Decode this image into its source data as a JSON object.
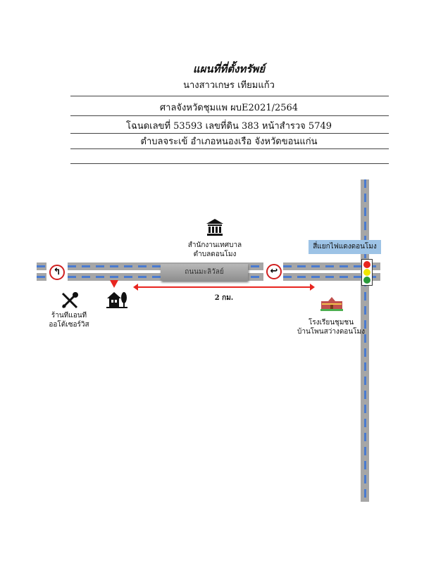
{
  "header": {
    "title": "แผนที่ที่ตั้งทรัพย์",
    "owner": "นางสาวเกษร เทียมแก้ว",
    "court": "ศาลจังหวัดชุมแพ ผบE2021/2564",
    "deed": "โฉนดเลขที่ 53593 เลขที่ดิน 383 หน้าสำรวจ 5749",
    "location": "ตำบลจระเข้ อำเภอหนองเรือ จังหวัดขอนแก่น"
  },
  "map": {
    "road_name": "ถนนมะลิวัลย์",
    "intersection": "สี่แยกไฟแดงดอนโมง",
    "municipality": [
      "สำนักงานเทศบาล",
      "ตำบลดอนโมง"
    ],
    "shop": [
      "ร้านทีแอนที",
      "ออโต้เซอร์วิส"
    ],
    "school": [
      "โรงเรียนชุมชน",
      "บ้านโพนสว่างดอนโมง"
    ],
    "distance": "2 กม.",
    "colors": {
      "road": "#a6a6a6",
      "lane_dash": "#4a7bd0",
      "arrow": "#e8251f",
      "label_box": "#9dc3e6"
    }
  }
}
